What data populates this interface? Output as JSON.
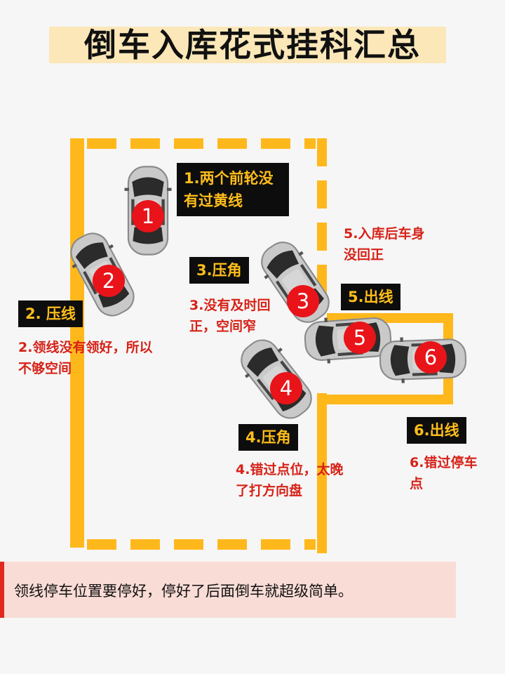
{
  "title": "倒车入库花式挂科汇总",
  "labels": {
    "l1": "1.两个前轮没有过黄线",
    "l2": "2. 压线",
    "l3": "3.压角",
    "l4": "4.压角",
    "l5": "5.出线",
    "l6": "6.出线"
  },
  "notes": {
    "n2": "2.领线没有领好，所以不够空间",
    "n3": "3.没有及时回正，空间窄",
    "n4": "4.错过点位，太晚了打方向盘",
    "n5": "5.入库后车身没回正",
    "n6": "6.错过停车点"
  },
  "cars": [
    "1",
    "2",
    "3",
    "4",
    "5",
    "6"
  ],
  "tip": "领线停车位置要停好，停好了后面倒车就超级简单。",
  "colors": {
    "line": "#ffb81c",
    "badge": "#e8141a",
    "label_bg": "#0d0d0d",
    "label_text": "#ffbe1a",
    "note": "#d62218",
    "title_band": "#fbe7b8",
    "tip_bg": "#f9dcd6",
    "tip_bar": "#e02a20"
  }
}
